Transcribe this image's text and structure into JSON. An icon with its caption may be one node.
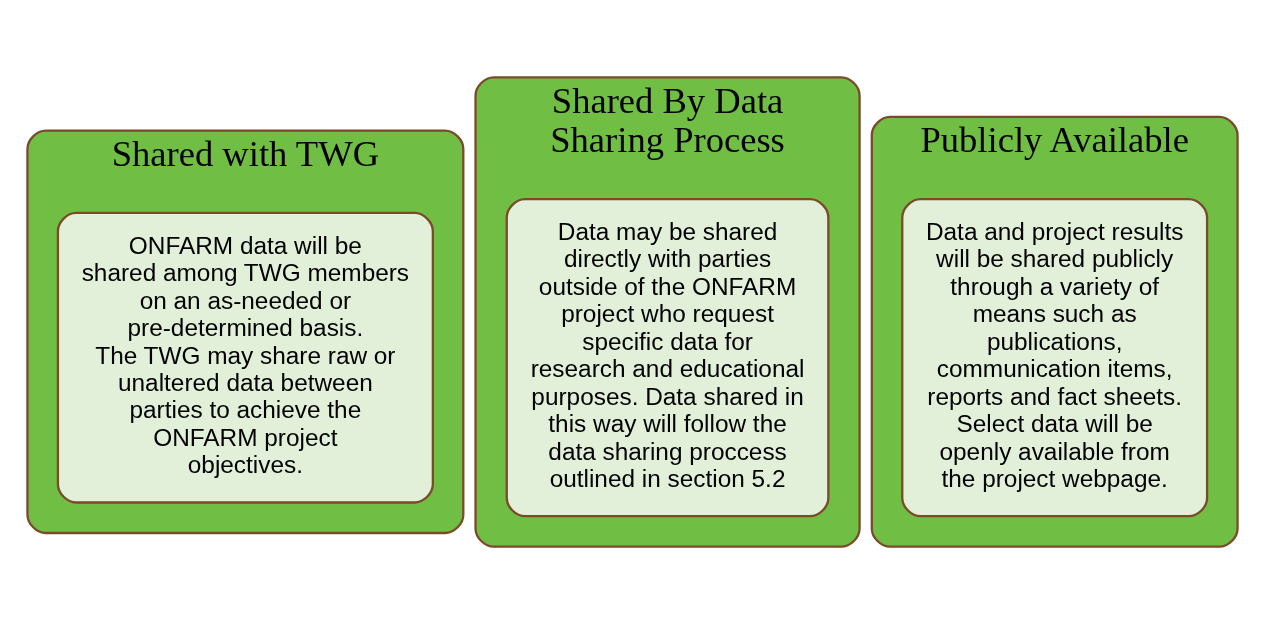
{
  "diagram": {
    "nodes": [
      {
        "text": [
          "Shared with TWG"
        ]
      },
      {
        "text": [
          "ONFARM data will be shared among TWG members on an as-needed or pre-determined basis. The TWG may share raw or unaltered data between parties to achieve the ONFARM project objectives."
        ],
        "in": 0
      },
      {
        "text": [
          "Shared By Data Sharing Process"
        ]
      },
      {
        "text": [
          "Data may be shared directly with parties outside of the ONFARM project who request specific data for research and educational purposes. Data shared in this way will follow the data sharing proccess outlined in section 5.2"
        ],
        "in": 2
      },
      {
        "text": [
          "Publicly Available"
        ]
      },
      {
        "text": [
          "Data and project results will be shared publicly through a variety of means such as publications, communication items, reports and fact sheets. Select data will be openly available from the project webpage."
        ],
        "in": 4
      }
    ]
  }
}
